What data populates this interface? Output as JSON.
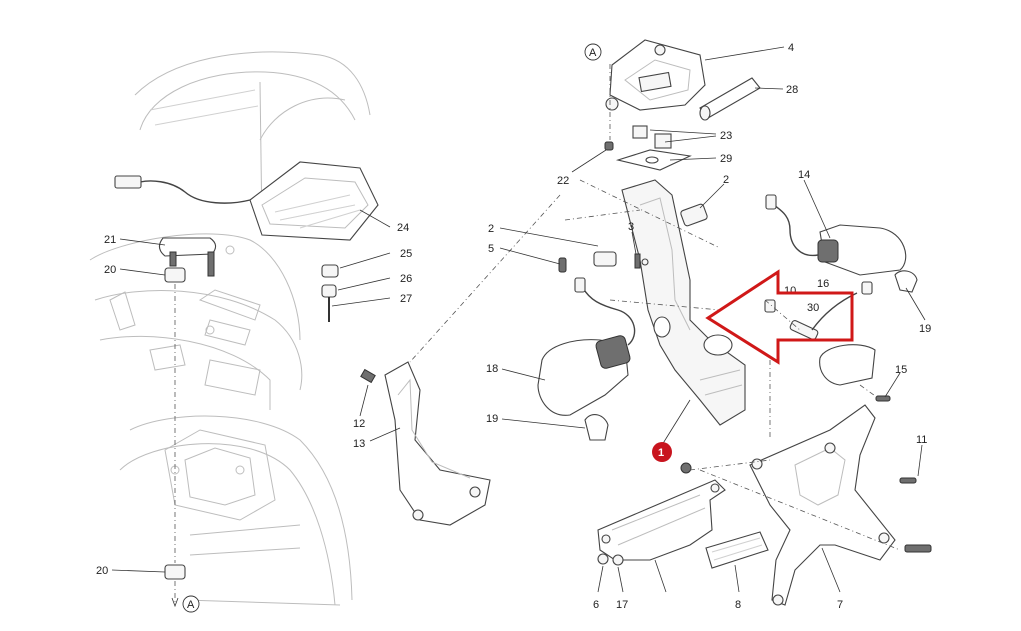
{
  "callouts": {
    "c1": "1",
    "c2a": "2",
    "c2b": "2",
    "c3": "3",
    "c4": "4",
    "c5": "5",
    "c6": "6",
    "c7": "7",
    "c8": "8",
    "c10": "10",
    "c11": "11",
    "c12": "12",
    "c13": "13",
    "c14": "14",
    "c15": "15",
    "c16": "16",
    "c17": "17",
    "c18": "18",
    "c19a": "19",
    "c19b": "19",
    "c20a": "20",
    "c20b": "20",
    "c21": "21",
    "c22": "22",
    "c23": "23",
    "c24": "24",
    "c25": "25",
    "c26": "26",
    "c27": "27",
    "c28": "28",
    "c29": "29",
    "c30": "30",
    "refA1": "A",
    "refA2": "A"
  },
  "highlight": {
    "badge_text": "1",
    "badge_color": "#c8141e",
    "arrow_color": "#d01818"
  }
}
